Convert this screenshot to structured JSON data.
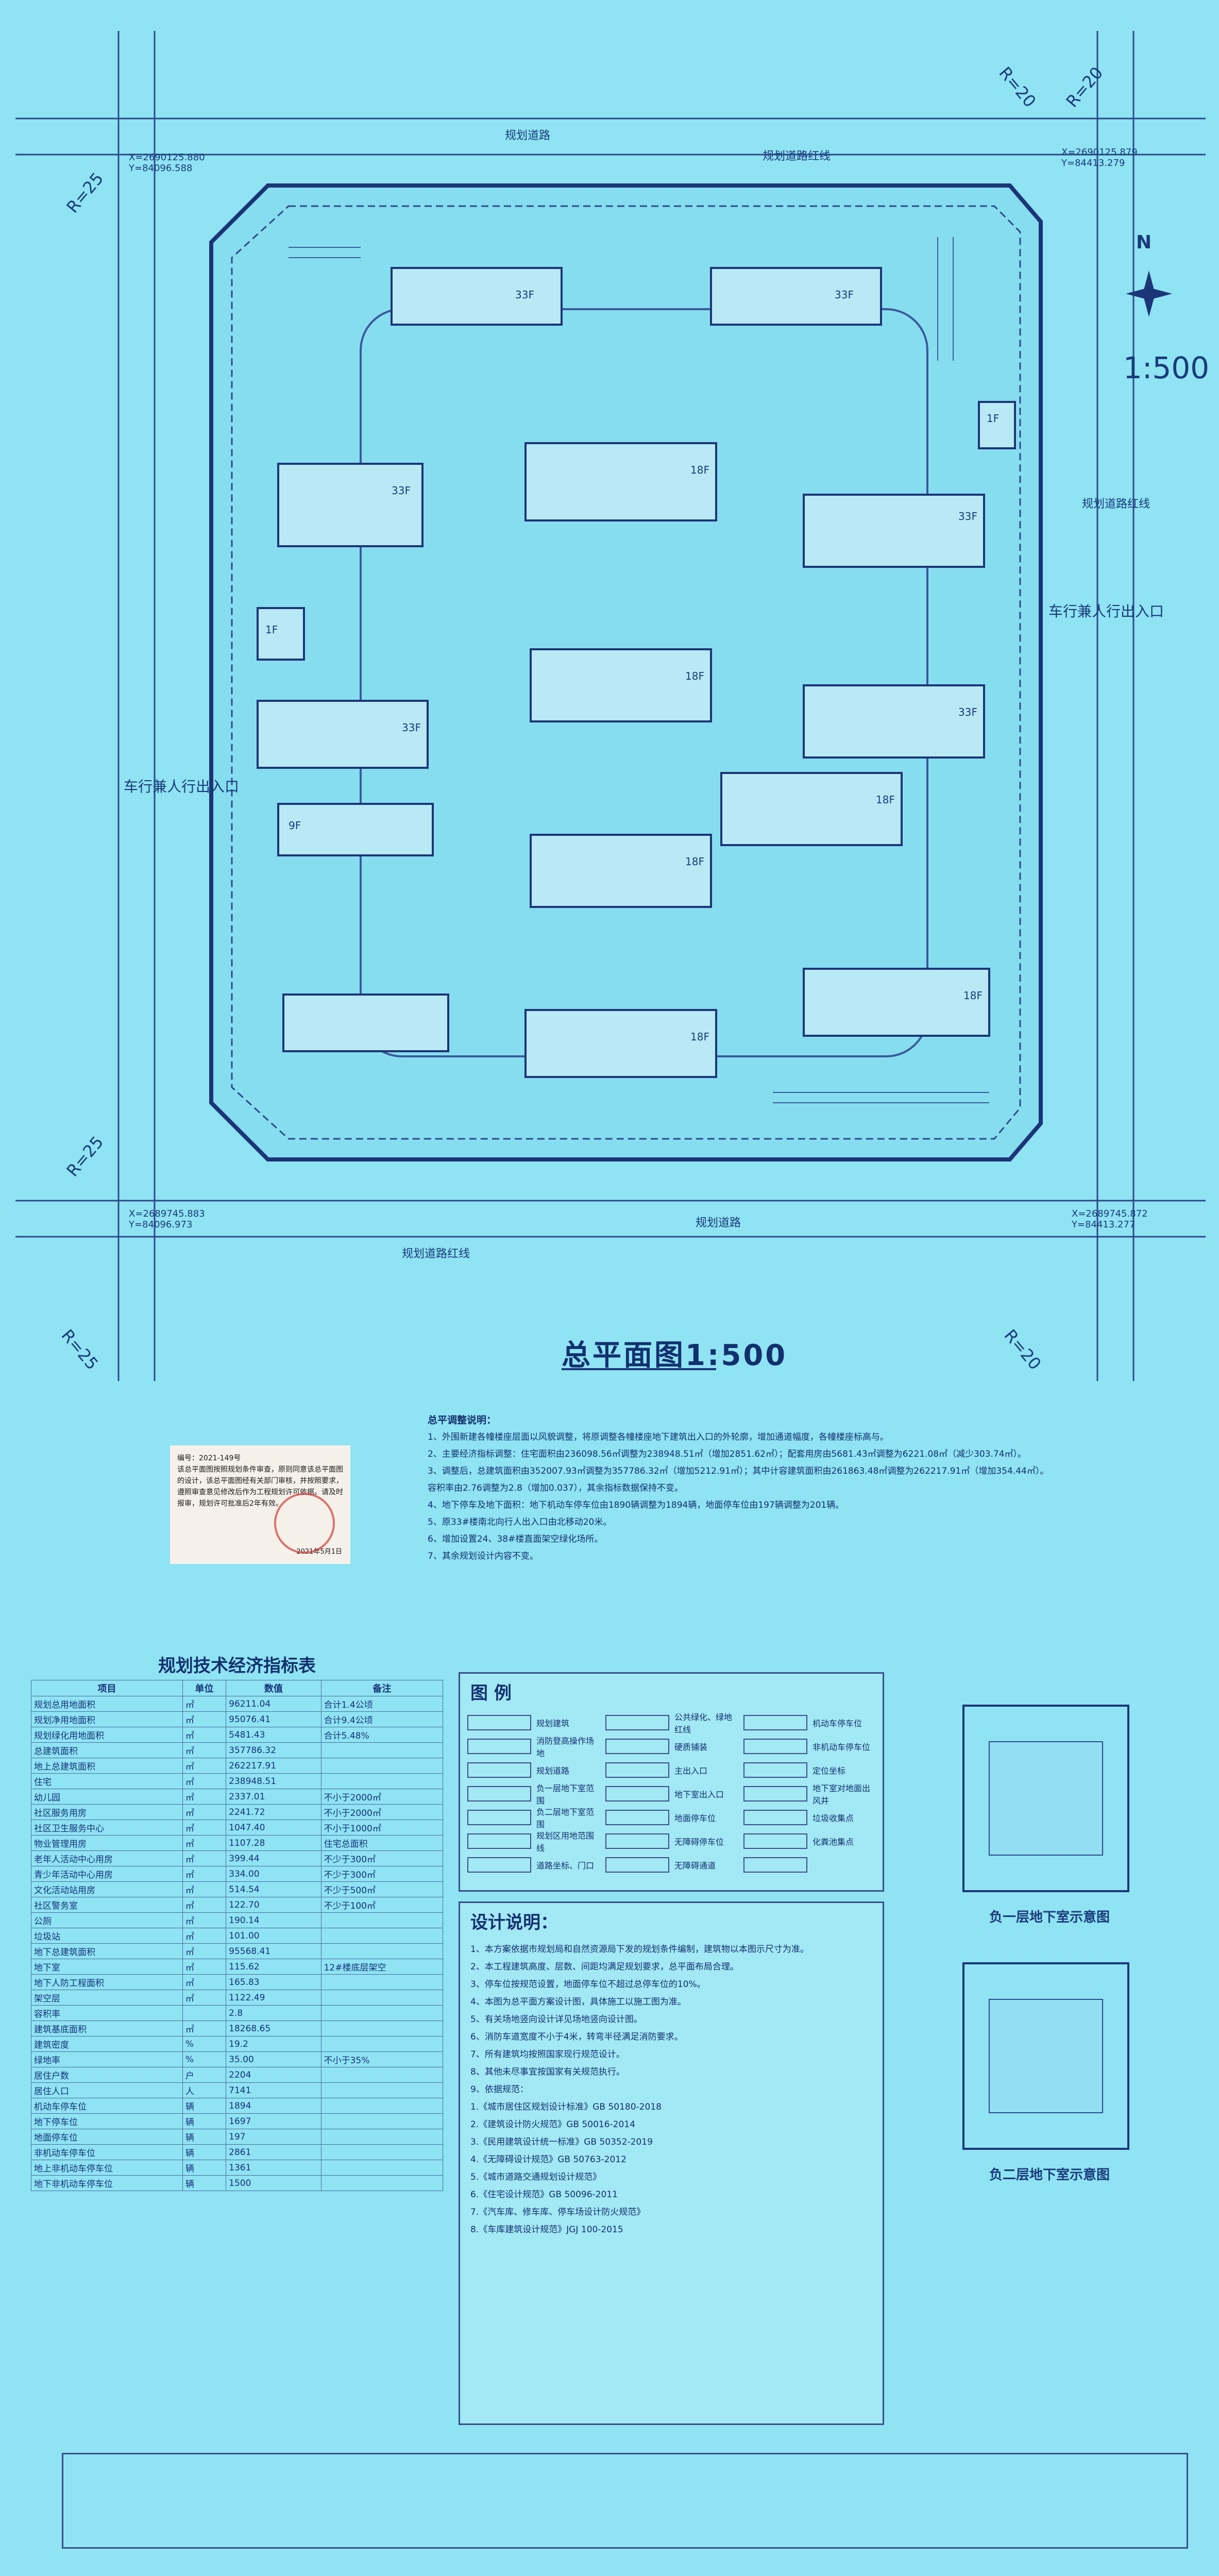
{
  "plan": {
    "title": "总平面图1:500",
    "scale": "1:500",
    "north": "N",
    "road_labels": {
      "top": "规划道路",
      "bottom": "规划道路",
      "redline_top": "规划道路红线",
      "redline_right": "规划道路红线",
      "redline_bottom": "规划道路红线"
    },
    "entrance_right": "车行兼人行出入口",
    "entrance_left": "车行兼人行出入口",
    "radius_labels": [
      "R=25",
      "R=20",
      "R=20",
      "R=25",
      "R=25",
      "R=20"
    ],
    "coords": {
      "top_left": "X=2690125.880\nY=84096.588",
      "top_right": "X=2690125.879\nY=84413.279",
      "bottom_left": "X=2689745.883\nY=84096.973",
      "bottom_right": "X=2689745.872\nY=84413.277"
    },
    "buildings": [
      "33F",
      "33F",
      "18F",
      "33F",
      "1F",
      "33F",
      "18F",
      "1F",
      "18F",
      "33F",
      "33F",
      "9F",
      "18F",
      "18F",
      "18F"
    ]
  },
  "notes_top": {
    "heading": "总平调整说明：",
    "lines": [
      "1、外围新建各幢楼座层面以风貌调整，将原调整各幢楼座地下建筑出入口的外轮廓，增加通道幅度，各幢楼座标高与。",
      "2、主要经济指标调整：住宅面积由236098.56㎡调整为238948.51㎡（增加2851.62㎡）；配套用房由5681.43㎡调整为6221.08㎡（减少303.74㎡）。",
      "3、调整后，总建筑面积由352007.93㎡调整为357786.32㎡（增加5212.91㎡）；其中计容建筑面积由261863.48㎡调整为262217.91㎡（增加354.44㎡）。",
      "   容积率由2.76调整为2.8（增加0.037），其余指标数据保持不变。",
      "4、地下停车及地下面积：地下机动车停车位由1890辆调整为1894辆，地面停车位由197辆调整为201辆。",
      "5、原33#楼南北向行人出入口由北移动20米。",
      "6、增加设置24、38#楼直面架空绿化场所。",
      "7、其余规划设计内容不变。"
    ]
  },
  "stamp": {
    "text": "编号：2021-149号\n该总平面图按照规划条件审查，原则同意该总平面图的设计，该总平面图经有关部门审核，并按照要求，遵照审查意见修改后作为工程规划许可依据。请及时报审，规划许可批准后2年有效。",
    "date": "2021年5月1日"
  },
  "index_table": {
    "title": "规划技术经济指标表",
    "headers": [
      "项目",
      "单位",
      "数值",
      "备注"
    ],
    "rows": [
      [
        "规划总用地面积",
        "㎡",
        "96211.04",
        "合计1.4公顷"
      ],
      [
        "规划净用地面积",
        "㎡",
        "95076.41",
        "合计9.4公顷"
      ],
      [
        "规划绿化用地面积",
        "㎡",
        "5481.43",
        "合计5.48%"
      ],
      [
        "总建筑面积",
        "㎡",
        "357786.32",
        ""
      ],
      [
        "地上总建筑面积",
        "㎡",
        "262217.91",
        ""
      ],
      [
        "住宅",
        "㎡",
        "238948.51",
        ""
      ],
      [
        "幼儿园",
        "㎡",
        "2337.01",
        "不小于2000㎡"
      ],
      [
        "社区服务用房",
        "㎡",
        "2241.72",
        "不小于2000㎡"
      ],
      [
        "社区卫生服务中心",
        "㎡",
        "1047.40",
        "不小于1000㎡"
      ],
      [
        "物业管理用房",
        "㎡",
        "1107.28",
        "住宅总面积"
      ],
      [
        "老年人活动中心用房",
        "㎡",
        "399.44",
        "不少于300㎡"
      ],
      [
        "青少年活动中心用房",
        "㎡",
        "334.00",
        "不少于300㎡"
      ],
      [
        "文化活动站用房",
        "㎡",
        "514.54",
        "不少于500㎡"
      ],
      [
        "社区警务室",
        "㎡",
        "122.70",
        "不少于100㎡"
      ],
      [
        "公厕",
        "㎡",
        "190.14",
        ""
      ],
      [
        "垃圾站",
        "㎡",
        "101.00",
        ""
      ],
      [
        "地下总建筑面积",
        "㎡",
        "95568.41",
        ""
      ],
      [
        "地下室",
        "㎡",
        "115.62",
        "12#楼底层架空"
      ],
      [
        "地下人防工程面积",
        "㎡",
        "165.83",
        ""
      ],
      [
        "架空层",
        "㎡",
        "1122.49",
        ""
      ],
      [
        "容积率",
        "",
        "2.8",
        ""
      ],
      [
        "建筑基底面积",
        "㎡",
        "18268.65",
        ""
      ],
      [
        "建筑密度",
        "%",
        "19.2",
        ""
      ],
      [
        "绿地率",
        "%",
        "35.00",
        "不小于35%"
      ],
      [
        "居住户数",
        "户",
        "2204",
        ""
      ],
      [
        "居住人口",
        "人",
        "7141",
        ""
      ],
      [
        "机动车停车位",
        "辆",
        "1894",
        ""
      ],
      [
        "地下停车位",
        "辆",
        "1697",
        ""
      ],
      [
        "地面停车位",
        "辆",
        "197",
        ""
      ],
      [
        "非机动车停车位",
        "辆",
        "2861",
        ""
      ],
      [
        "地上非机动车停车位",
        "辆",
        "1361",
        ""
      ],
      [
        "地下非机动车停车位",
        "辆",
        "1500",
        ""
      ]
    ]
  },
  "legend": {
    "title": "图  例",
    "items": [
      "规划建筑",
      "公共绿化、绿地红线",
      "机动车停车位",
      "消防登高操作场地",
      "硬质铺装",
      "非机动车停车位",
      "规划道路",
      "主出入口",
      "定位坐标",
      "负一层地下室范围",
      "地下室出入口",
      "地下室对地面出风井",
      "负二层地下室范围",
      "地面停车位",
      "垃圾收集点",
      "规划区用地范围线",
      "无障碍停车位",
      "化粪池集点",
      "道路坐标、门口",
      "无障碍通道",
      ""
    ]
  },
  "design_notes": {
    "title": "设计说明：",
    "lines": [
      "1、本方案依据市规划局和自然资源局下发的规划条件编制，建筑物以本图示尺寸为准。",
      "2、本工程建筑高度、层数、间距均满足规划要求，总平面布局合理。",
      "3、停车位按规范设置，地面停车位不超过总停车位的10%。",
      "4、本图为总平面方案设计图，具体施工以施工图为准。",
      "5、有关场地竖向设计详见场地竖向设计图。",
      "6、消防车道宽度不小于4米，转弯半径满足消防要求。",
      "7、所有建筑均按照国家现行规范设计。",
      "8、其他未尽事宜按国家有关规范执行。",
      "9、依据规范：",
      "  1.《城市居住区规划设计标准》GB 50180-2018",
      "  2.《建筑设计防火规范》GB 50016-2014",
      "  3.《民用建筑设计统一标准》GB 50352-2019",
      "  4.《无障碍设计规范》GB 50763-2012",
      "  5.《城市道路交通规划设计规范》",
      "  6.《住宅设计规范》GB 50096-2011",
      "  7.《汽车库、修车库、停车场设计防火规范》",
      "  8.《车库建筑设计规范》JGJ 100-2015"
    ]
  },
  "basement": {
    "b1_label": "负一层地下室示意图",
    "b2_label": "负二层地下室示意图"
  }
}
